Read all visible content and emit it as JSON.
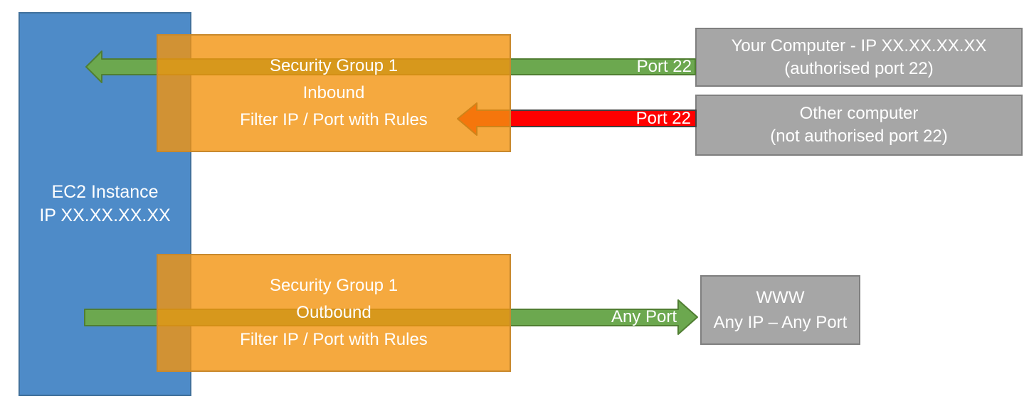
{
  "ec2": {
    "line1": "EC2 Instance",
    "line2": "IP XX.XX.XX.XX"
  },
  "sg_inbound": {
    "line1": "Security Group 1",
    "line2": "Inbound",
    "line3": "Filter IP / Port with Rules"
  },
  "sg_outbound": {
    "line1": "Security Group 1",
    "line2": "Outbound",
    "line3": "Filter IP / Port with Rules"
  },
  "your_computer": {
    "line1": "Your Computer - IP XX.XX.XX.XX",
    "line2": "(authorised port 22)"
  },
  "other_computer": {
    "line1": "Other computer",
    "line2": "(not authorised port 22)"
  },
  "www": {
    "line1": "WWW",
    "line2": "Any IP – Any Port"
  },
  "arrow_labels": {
    "inbound_allowed": "Port 22",
    "inbound_denied": "Port 22",
    "outbound": "Any Port"
  },
  "colors": {
    "ec2_blue": "#4E8BC8",
    "ec2_blue_border": "#41719C",
    "security_group_orange": "#F5A93F",
    "security_group_border": "#C8892D",
    "allowed_green": "#6CA84F",
    "allowed_green_border": "#507E32",
    "denied_red": "#FF0000",
    "denied_red_border": "#404040",
    "external_gray": "#A6A6A6",
    "external_gray_border": "#7F7F7F"
  }
}
